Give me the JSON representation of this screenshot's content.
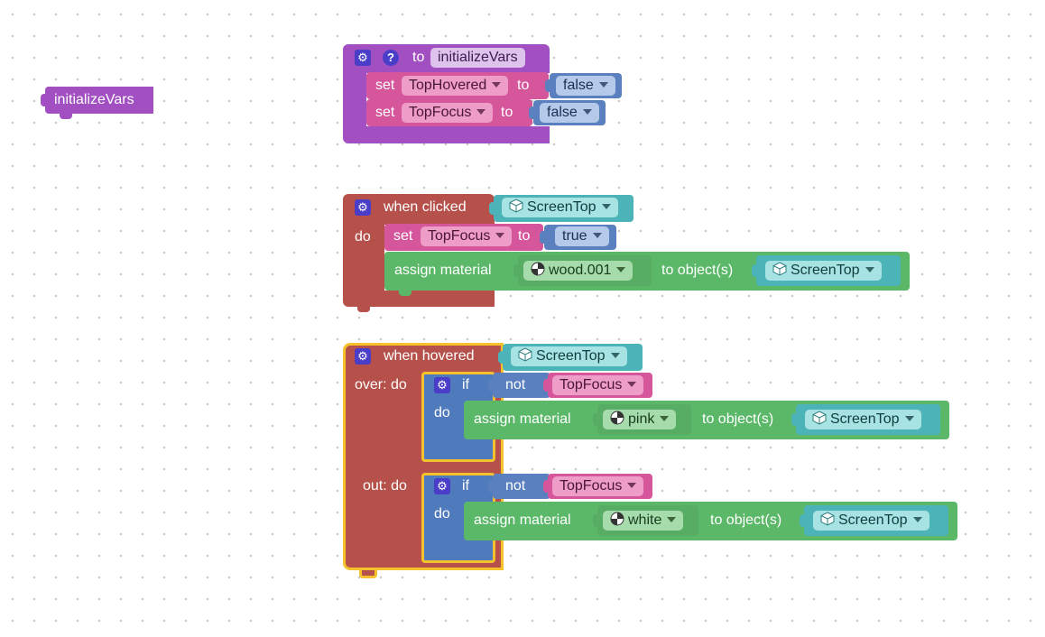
{
  "floating_block": {
    "label": "initializeVars"
  },
  "func_block": {
    "to_label": "to",
    "name": "initializeVars",
    "rows": [
      {
        "set_label": "set",
        "var": "TopHovered",
        "to_label": "to",
        "value": "false"
      },
      {
        "set_label": "set",
        "var": "TopFocus",
        "to_label": "to",
        "value": "false"
      }
    ]
  },
  "click_block": {
    "event_label": "when clicked",
    "object": "ScreenTop",
    "do_label": "do",
    "set_row": {
      "set_label": "set",
      "var": "TopFocus",
      "to_label": "to",
      "value": "true"
    },
    "assign_row": {
      "assign_label": "assign material",
      "material": "wood.001",
      "to_object_label": "to object(s)",
      "object": "ScreenTop"
    }
  },
  "hover_block": {
    "event_label": "when hovered",
    "object": "ScreenTop",
    "over_label": "over: do",
    "out_label": "out: do",
    "over_if": {
      "if_label": "if",
      "not_label": "not",
      "var": "TopFocus",
      "do_label": "do",
      "assign_label": "assign material",
      "material": "pink",
      "to_object_label": "to object(s)",
      "object": "ScreenTop"
    },
    "out_if": {
      "if_label": "if",
      "not_label": "not",
      "var": "TopFocus",
      "do_label": "do",
      "assign_label": "assign material",
      "material": "white",
      "to_object_label": "to object(s)",
      "object": "ScreenTop"
    }
  },
  "icons": [
    "gear-icon",
    "help-icon",
    "cube-icon",
    "material-ball-icon",
    "dropdown-arrow-icon"
  ],
  "colors": {
    "procedure": "#a24fc2",
    "variable": "#d6569c",
    "logic": "#5b80bf",
    "event": "#b5504a",
    "object": "#4cb4b8",
    "material": "#5bb869",
    "selection": "#f5c22e"
  }
}
